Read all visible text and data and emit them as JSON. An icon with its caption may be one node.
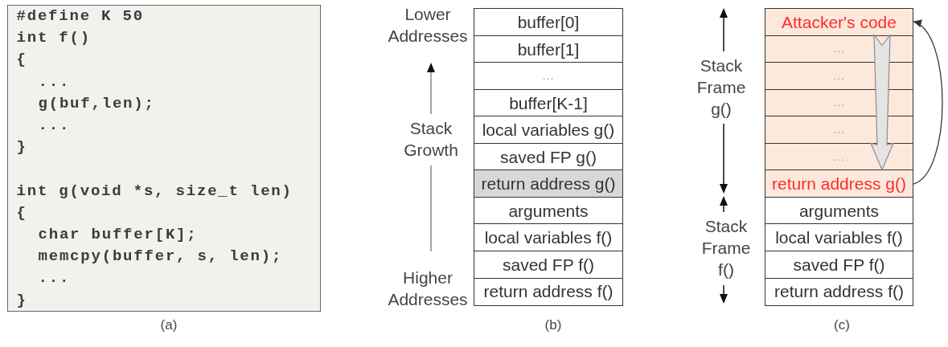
{
  "diagram": {
    "nodes": [
      {
        "text": [
          "#define K 50",
          "int f()",
          "{",
          "...",
          "g(buf,len);",
          "...",
          "}",
          "int g(void *s, size_t len)",
          "{",
          "char buffer[K];",
          "memcpy(buffer, s, len);",
          "...",
          "}"
        ],
        "beside": [
          "(a)"
        ]
      },
      {
        "text": [
          "buffer[0]"
        ]
      },
      {
        "text": [
          "buffer[1]"
        ]
      },
      {
        "text": [
          "..."
        ]
      },
      {
        "text": [
          "buffer[K-1]"
        ]
      },
      {
        "text": [
          "local variables g()"
        ]
      },
      {
        "text": [
          "saved FP g()"
        ]
      },
      {
        "text": [
          "return address g()"
        ]
      },
      {
        "text": [
          "arguments"
        ]
      },
      {
        "text": [
          "local variables f()"
        ]
      },
      {
        "text": [
          "saved FP f()"
        ]
      },
      {
        "text": [
          "return address f()"
        ]
      },
      {
        "text": [
          "Attacker's code"
        ]
      },
      {
        "text": [
          "..."
        ]
      },
      {
        "text": [
          "..."
        ]
      },
      {
        "text": [
          "..."
        ]
      },
      {
        "text": [
          "..."
        ]
      },
      {
        "text": [
          "..."
        ]
      },
      {
        "text": [
          "return address g()"
        ]
      },
      {
        "text": [
          "arguments"
        ]
      },
      {
        "text": [
          "local variables f()"
        ]
      },
      {
        "text": [
          "saved FP f()"
        ]
      },
      {
        "text": [
          "return address f()"
        ]
      }
    ],
    "edges": [
      {
        "from": 12,
        "to": 18,
        "arrow": "to",
        "style": "thick",
        "color": "#e4e4e4"
      },
      {
        "from": 18,
        "to": 12,
        "arrow": "to"
      }
    ],
    "labels": [
      "Lower Addresses",
      "Stack Growth",
      "Higher Addresses",
      "(b)",
      "Stack Frame g()",
      "Stack Frame f()",
      "(c)"
    ]
  }
}
